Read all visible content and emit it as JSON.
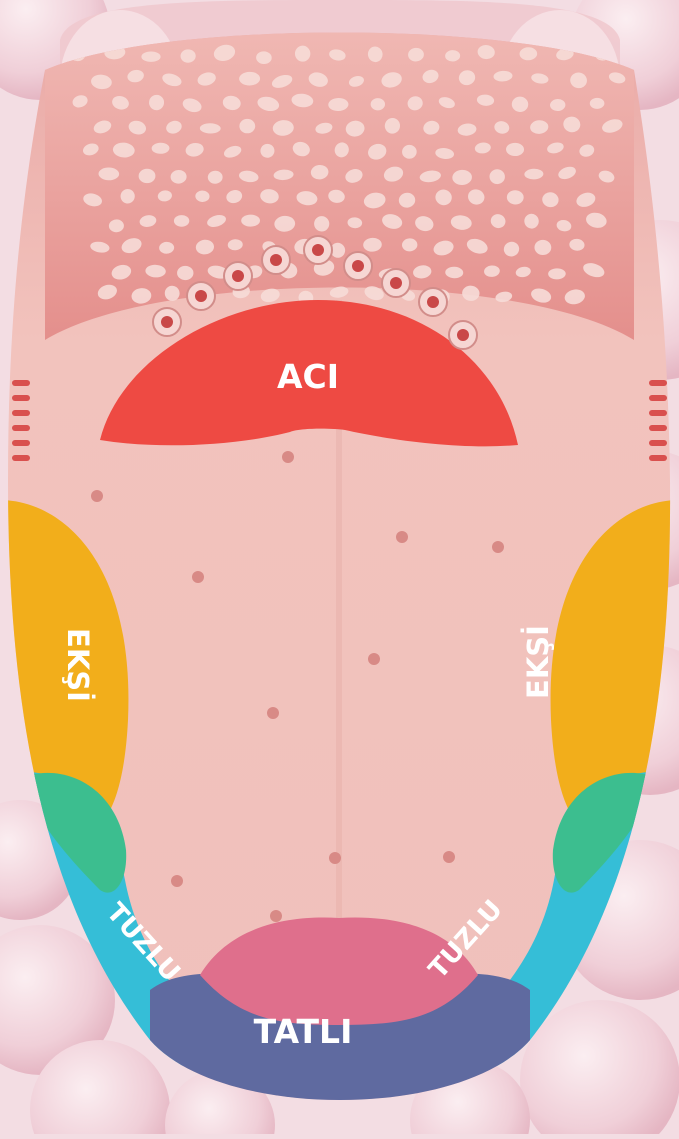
{
  "labels": {
    "bitter": "ACI",
    "sour_left": "EKŞİ",
    "sour_right": "EKŞİ",
    "salty_left": "TUZLU",
    "salty_right": "TUZLU",
    "sweet": "TATLI"
  },
  "colors": {
    "bitter": "#ee4a43",
    "sour": "#f2ae1b",
    "salty": "#35bed7",
    "sour_salty_overlap": "#3cbe8f",
    "sweet_tip": "#df6f8c",
    "sweet": "#5f6aa0",
    "tongue": "#f2c3bd",
    "background": "#f3dde3"
  }
}
